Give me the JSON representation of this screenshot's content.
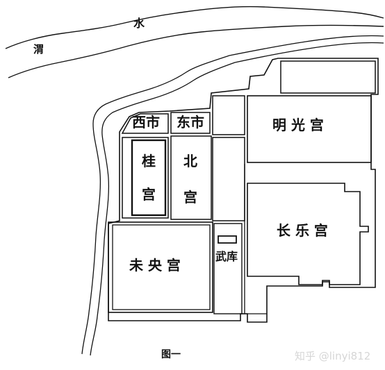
{
  "river": {
    "char1": "渭",
    "char2": "水"
  },
  "regions": {
    "west_market": "西市",
    "east_market": "东市",
    "minguang_palace": "明 光 宫",
    "gui_palace_top": "桂",
    "gui_palace_bottom": "宫",
    "north_palace_top": "北",
    "north_palace_bottom": "宫",
    "changle_palace": "长 乐 宫",
    "weiyang_palace": "未 央 宫",
    "armory": "武库"
  },
  "caption": "图一",
  "watermark": "知乎 @linyi812",
  "colors": {
    "line": "#111111",
    "background": "#ffffff",
    "watermark": "#d6d6d6"
  }
}
